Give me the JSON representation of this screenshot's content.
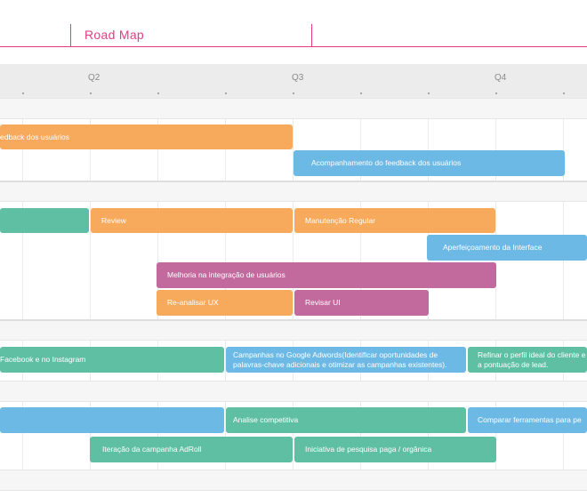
{
  "header": {
    "title": "Road Map"
  },
  "timeline": {
    "quarters": [
      "Q2",
      "Q3",
      "Q4"
    ]
  },
  "bars": {
    "b1": "edback dos usuários",
    "b2": "Acompanhamento do feedback dos usuários",
    "b3": "",
    "b4": "Review",
    "b5": "Manutenção Regular",
    "b6": "Aperfeiçoamento da Interface",
    "b7": "Melhoria na integração de usuários",
    "b8": "Re-analisar UX",
    "b9": "Revisar UI",
    "b10": "Facebook e no Instagram",
    "b11": "Campanhas no Google Adwords(Identificar oportunidades de palavras-chave adicionais e otimizar as campanhas existentes).",
    "b12": "Refinar o perfil ideal do cliente e a pontuação de lead.",
    "b13": "",
    "b14": "Analise competitiva",
    "b15": "Comparar ferramentas para pe",
    "b16": "Iteração da campanha AdRoll",
    "b17": "Iniciativa de pesquisa paga / orgânica"
  },
  "colors": {
    "accent": "#e33b86",
    "orange": "#f7a95c",
    "blue": "#6cb9e6",
    "teal": "#5fbfa2",
    "purple": "#c26a9d"
  }
}
